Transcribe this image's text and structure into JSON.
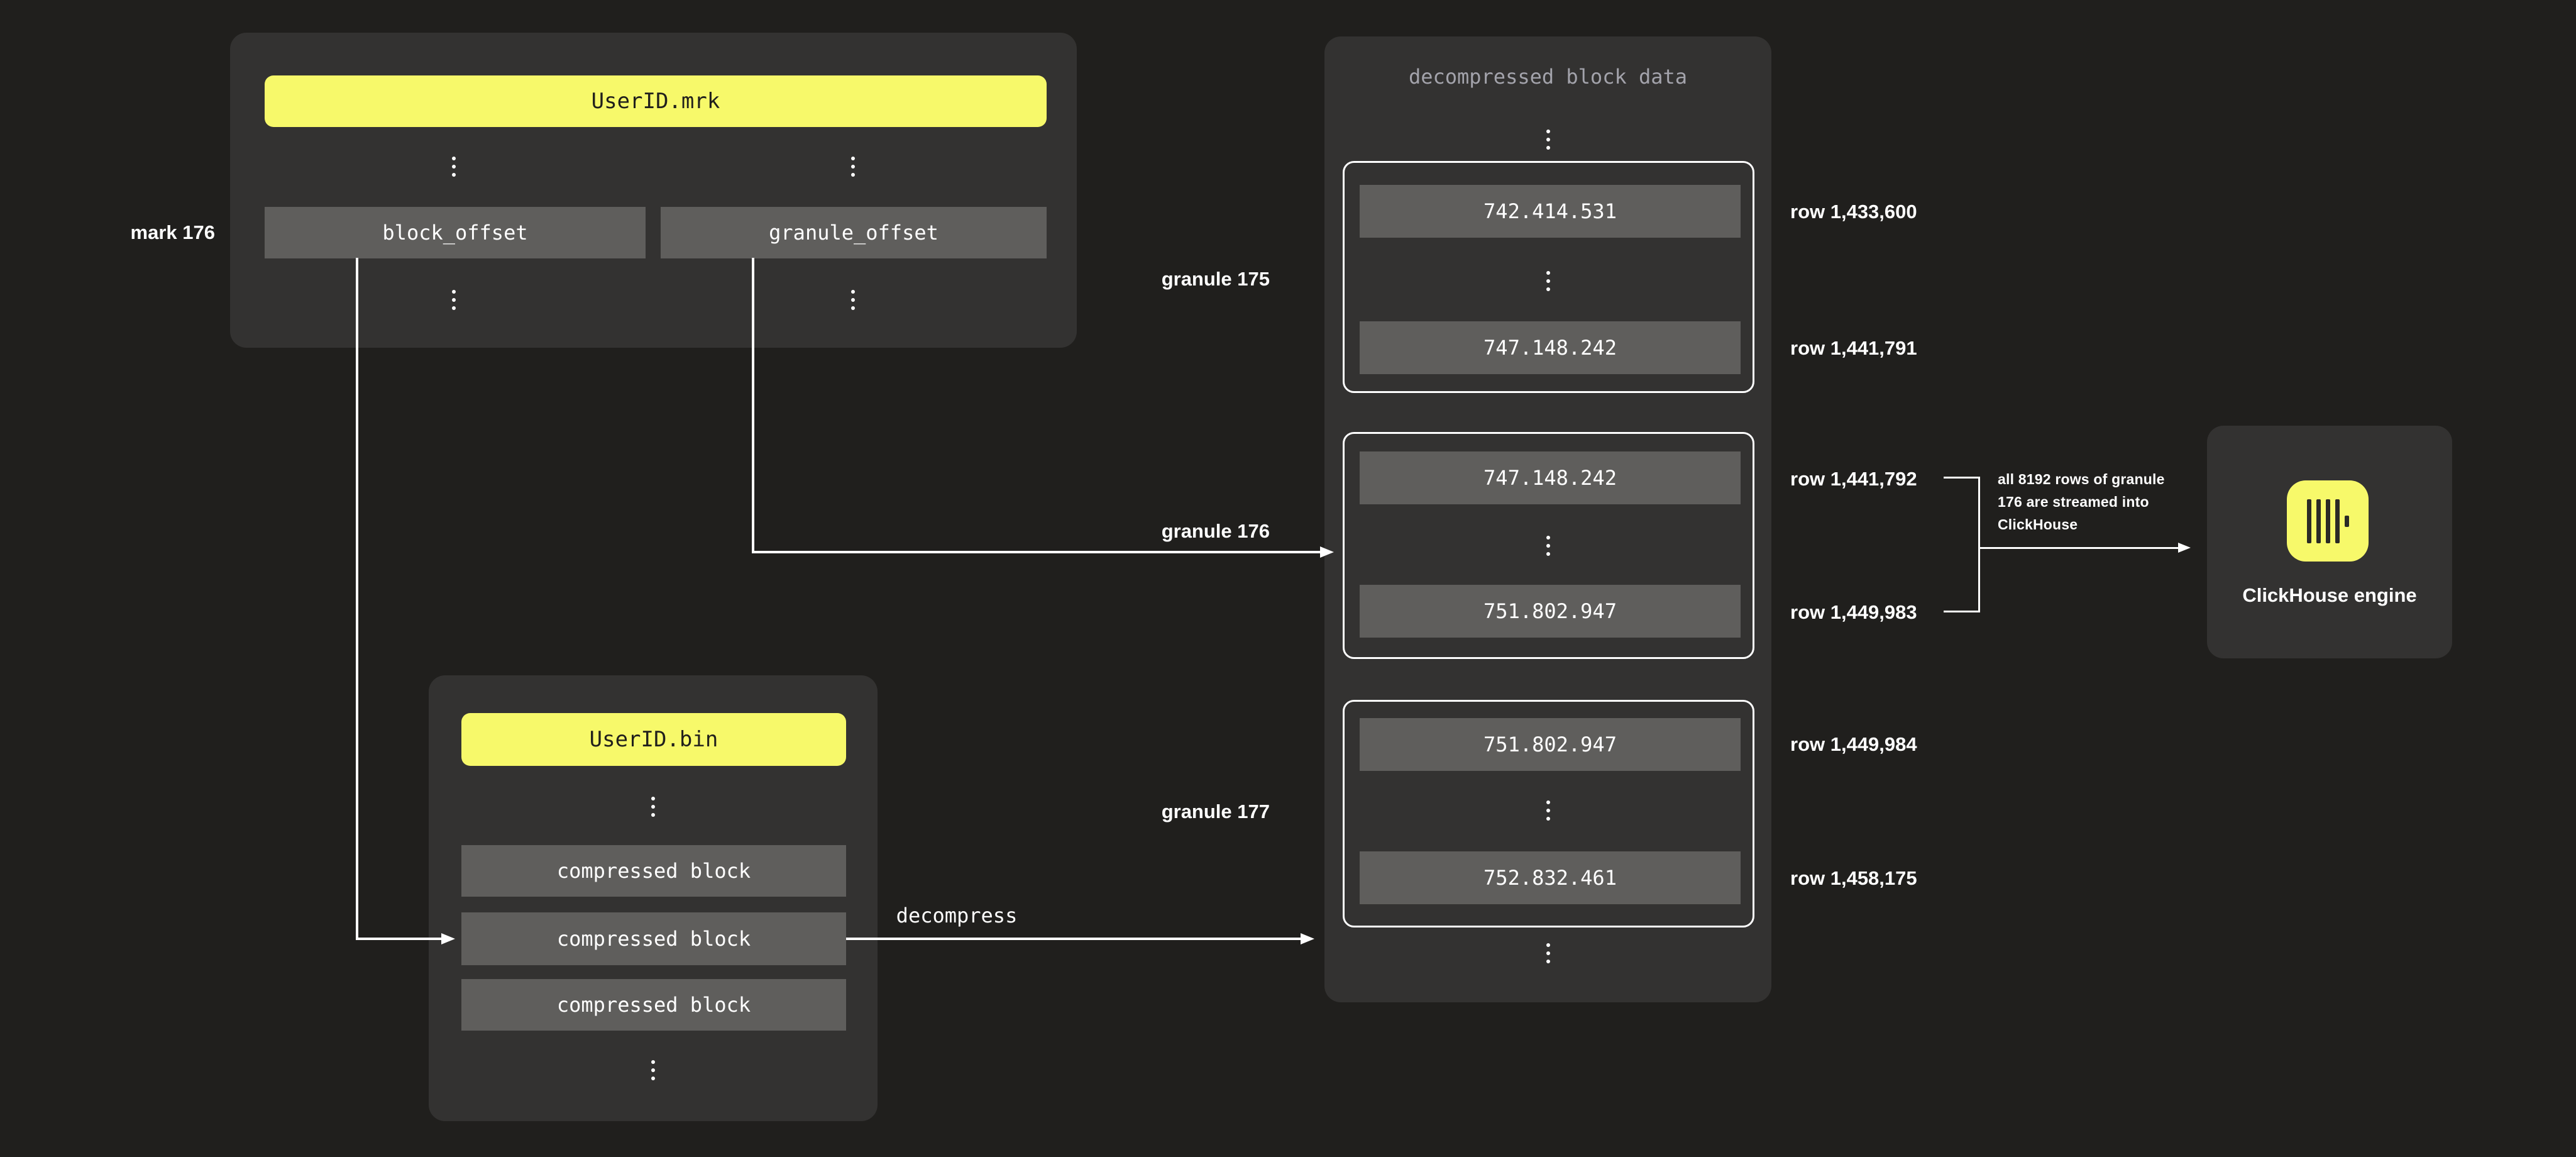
{
  "colors": {
    "background": "#201f1d",
    "panel": "#333231",
    "box": "#5f5e5c",
    "accent": "#f7f96a",
    "line": "#ffffff",
    "muted": "#a3a3ab",
    "ink": "#21201c"
  },
  "mrk_file": {
    "title": "UserID.mrk",
    "mark_label": "mark 176",
    "columns": [
      "block_offset",
      "granule_offset"
    ]
  },
  "bin_file": {
    "title": "UserID.bin",
    "blocks": [
      "compressed block",
      "compressed block",
      "compressed block"
    ],
    "decompress_label": "decompress"
  },
  "decompressed": {
    "title": "decompressed block data",
    "granules": [
      {
        "label": "granule 175",
        "first_value": "742.414.531",
        "last_value": "747.148.242",
        "first_row": "row 1,433,600",
        "last_row": "row 1,441,791"
      },
      {
        "label": "granule 176",
        "first_value": "747.148.242",
        "last_value": "751.802.947",
        "first_row": "row 1,441,792",
        "last_row": "row 1,449,983"
      },
      {
        "label": "granule 177",
        "first_value": "751.802.947",
        "last_value": "752.832.461",
        "first_row": "row 1,449,984",
        "last_row": "row 1,458,175"
      }
    ]
  },
  "annotation": {
    "line1": "all 8192 rows of granule",
    "line2": "176 are streamed into",
    "line3": "ClickHouse"
  },
  "engine": {
    "label": "ClickHouse engine"
  }
}
